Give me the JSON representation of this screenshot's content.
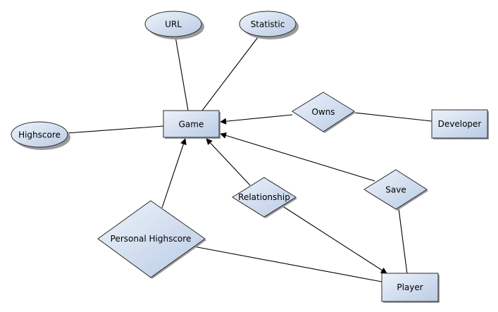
{
  "colors": {
    "fill_top": "#eef3fa",
    "fill_bottom": "#b9cbe5",
    "stroke": "#2b2b2b",
    "edge": "#000000",
    "shadow": "#9a9a9a"
  },
  "entities": {
    "game": "Game",
    "developer": "Developer",
    "player": "Player"
  },
  "attributes": {
    "url": "URL",
    "statistic": "Statistic",
    "highscore": "Highscore"
  },
  "relationships": {
    "owns": "Owns",
    "relationship": "Relationship",
    "save": "Save",
    "personal_highscore": "Personal Highscore"
  }
}
